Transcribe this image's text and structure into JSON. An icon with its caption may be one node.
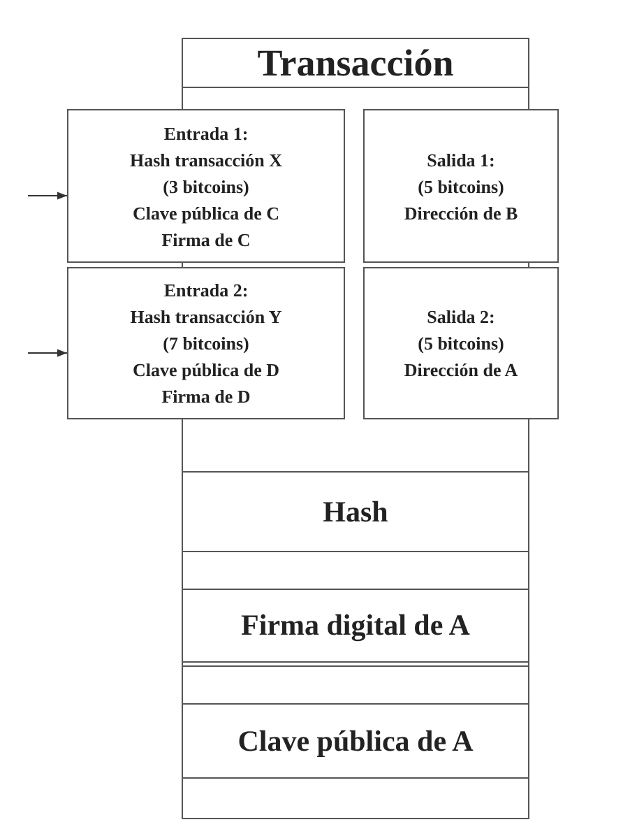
{
  "diagram": {
    "nodes": [
      {
        "text": [
          "Transacción"
        ]
      },
      {
        "text": [
          "Entrada 1:",
          "Hash transacción X",
          "(3 bitcoins)",
          "Clave pública de C",
          "Firma de C"
        ]
      },
      {
        "text": [
          "Salida 1:",
          "(5 bitcoins)",
          "Dirección de B"
        ]
      },
      {
        "text": [
          "Entrada 2:",
          "Hash transacción Y",
          "(7 bitcoins)",
          "Clave pública de D",
          "Firma de D"
        ]
      },
      {
        "text": [
          "Salida 2:",
          "(5 bitcoins)",
          "Dirección de A"
        ]
      },
      {
        "text": [
          "Hash"
        ],
        "in": 0
      },
      {
        "text": [
          "Firma digital de A"
        ],
        "in": 0
      },
      {
        "text": [
          "Clave pública de A"
        ],
        "in": 0
      }
    ],
    "edges": [
      {
        "from": null,
        "to": 1,
        "arrow": "to"
      },
      {
        "from": null,
        "to": 3,
        "arrow": "to"
      }
    ]
  }
}
